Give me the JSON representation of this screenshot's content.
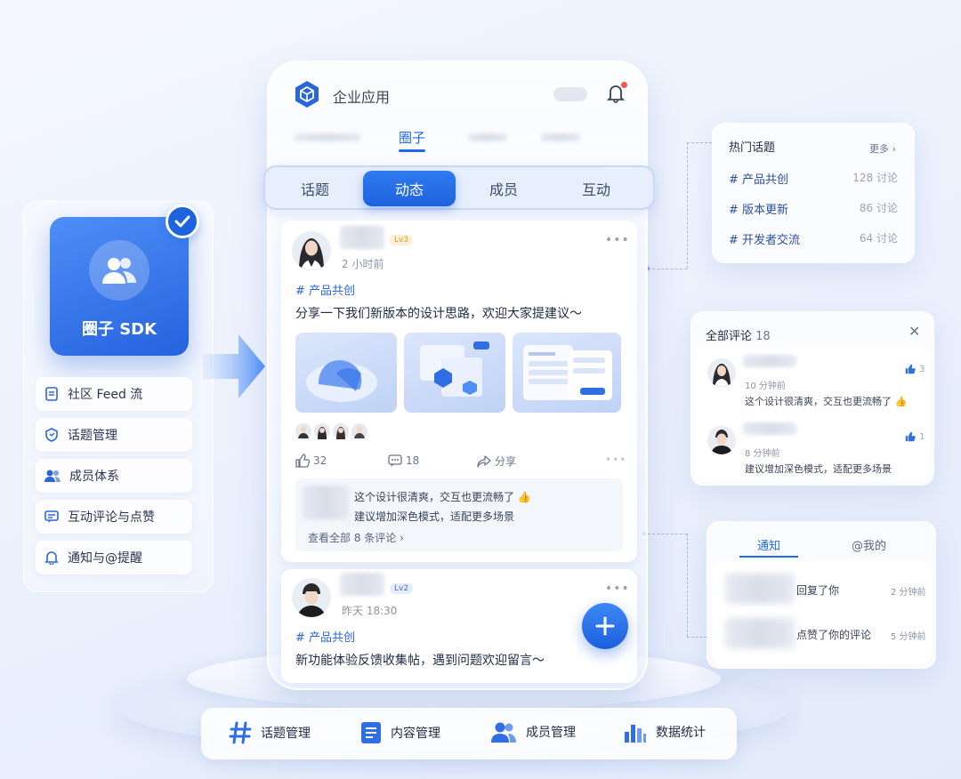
{
  "phone": {
    "app_title": "企业应用",
    "header_tab": "圈子",
    "segments": [
      "话题",
      "动态",
      "成员",
      "互动"
    ],
    "active_segment": 1
  },
  "post1": {
    "level": "Lv3",
    "time": "2 小时前",
    "tag": "# 产品共创",
    "body": "分享一下我们新版本的设计思路，欢迎大家提建议～",
    "likes": "32",
    "comments": "18",
    "share_label": "分享",
    "comment_lines": [
      "这个设计很清爽，交互也更流畅了 👍",
      "建议增加深色模式，适配更多场景"
    ],
    "view_all": "查看全部 8 条评论"
  },
  "post2": {
    "level": "Lv2",
    "time": "昨天 18:30",
    "tag": "# 产品共创",
    "body": "新功能体验反馈收集帖，遇到问题欢迎留言～"
  },
  "sdk": {
    "label": "圈子 SDK",
    "features": [
      "社区 Feed 流",
      "话题管理",
      "成员体系",
      "互动评论与点赞",
      "通知与@提醒"
    ]
  },
  "hot_topics": {
    "title": "热门话题",
    "more": "更多",
    "items": [
      {
        "name": "#  产品共创",
        "count": "128 讨论"
      },
      {
        "name": "#  版本更新",
        "count": "86 讨论"
      },
      {
        "name": "#  开发者交流",
        "count": "64 讨论"
      }
    ]
  },
  "comments_panel": {
    "title": "全部评论",
    "count": "18",
    "items": [
      {
        "time": "10 分钟前",
        "text": "这个设计很清爽，交互也更流畅了 👍",
        "likes": "3"
      },
      {
        "time": "8 分钟前",
        "text": "建议增加深色模式，适配更多场景",
        "likes": "1"
      }
    ]
  },
  "notifications": {
    "tabs": [
      "通知",
      "@我的"
    ],
    "items": [
      {
        "text": "回复了你",
        "time": "2 分钟前"
      },
      {
        "text": "点赞了你的评论",
        "time": "5 分钟前"
      }
    ]
  },
  "bottom_bar": [
    "话题管理",
    "内容管理",
    "成员管理",
    "数据统计"
  ],
  "colors": {
    "accent": "#1e63de",
    "accent_light": "#4f8ef7",
    "tag_text": "#2b66d9"
  }
}
